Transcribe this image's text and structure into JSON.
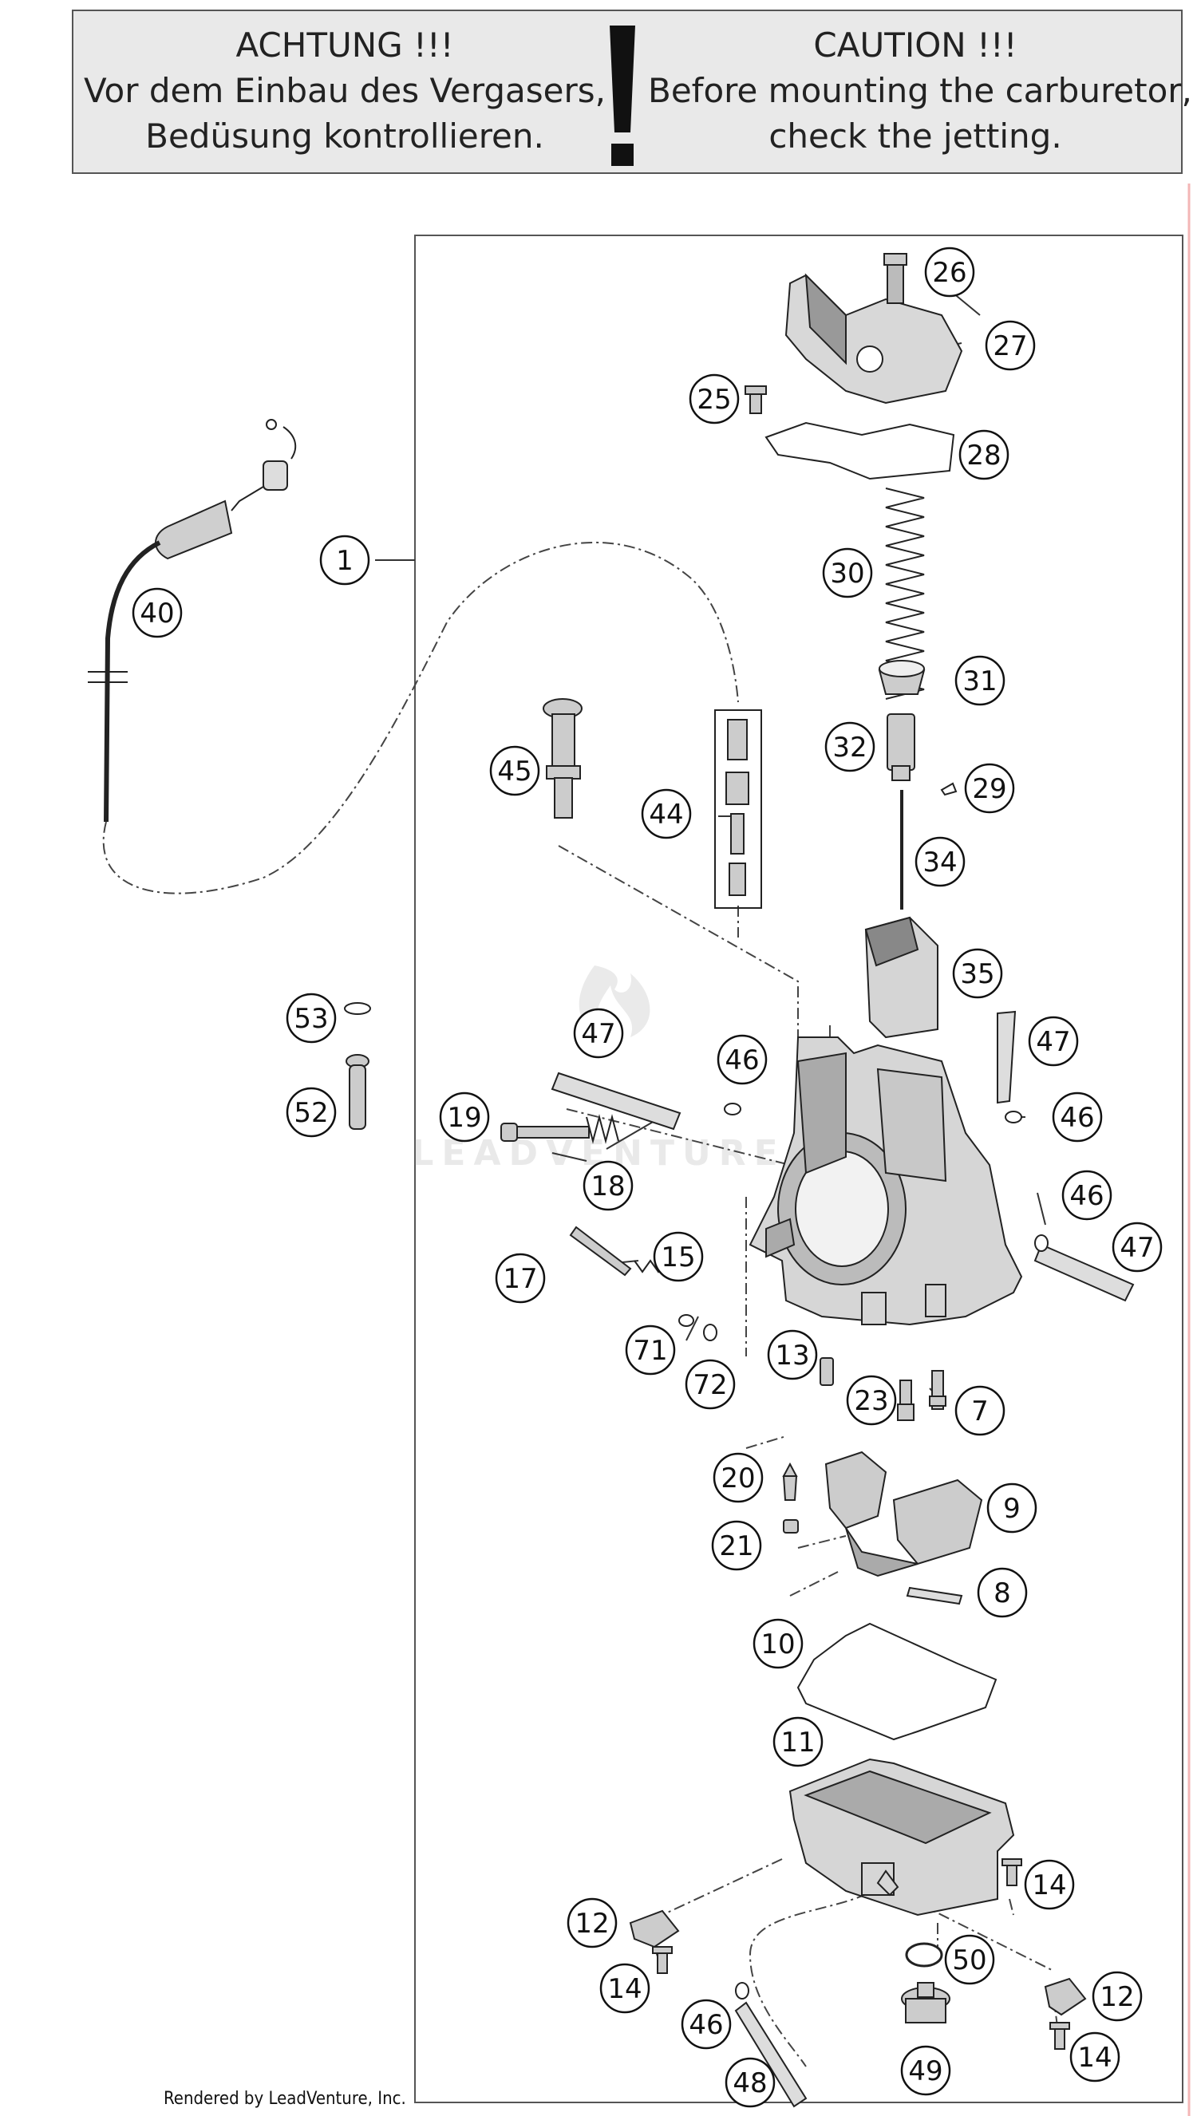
{
  "warning": {
    "de_lines": [
      "ACHTUNG !!!",
      "Vor dem Einbau des Vergasers,",
      "Bedüsung kontrollieren."
    ],
    "en_lines": [
      "CAUTION !!!",
      "Before mounting the carburetor,",
      "check the jetting."
    ]
  },
  "watermark": "LEADVENTURE",
  "footer": "Rendered by LeadVenture, Inc.",
  "callouts": [
    "1",
    "40",
    "26",
    "27",
    "25",
    "28",
    "30",
    "31",
    "32",
    "29",
    "34",
    "45",
    "44",
    "35",
    "53",
    "52",
    "47",
    "46",
    "19",
    "18",
    "47",
    "46",
    "46",
    "47",
    "17",
    "15",
    "71",
    "72",
    "13",
    "23",
    "7",
    "20",
    "9",
    "21",
    "8",
    "10",
    "11",
    "14",
    "12",
    "14",
    "50",
    "12",
    "14",
    "46",
    "49",
    "48"
  ]
}
